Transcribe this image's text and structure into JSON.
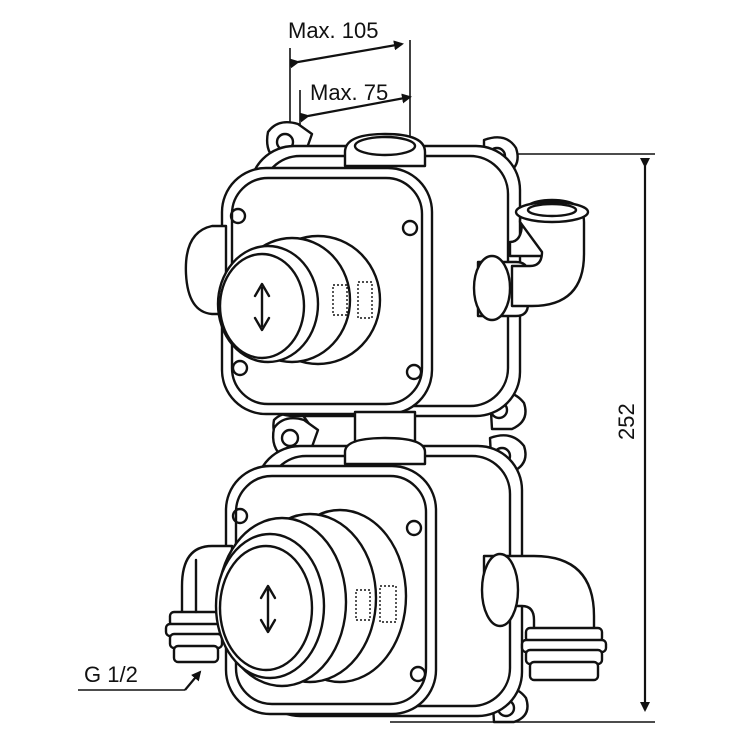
{
  "dimensions": {
    "max_105": "Max. 105",
    "max_75": "Max. 75",
    "height_252": "252",
    "thread": "G 1/2"
  }
}
